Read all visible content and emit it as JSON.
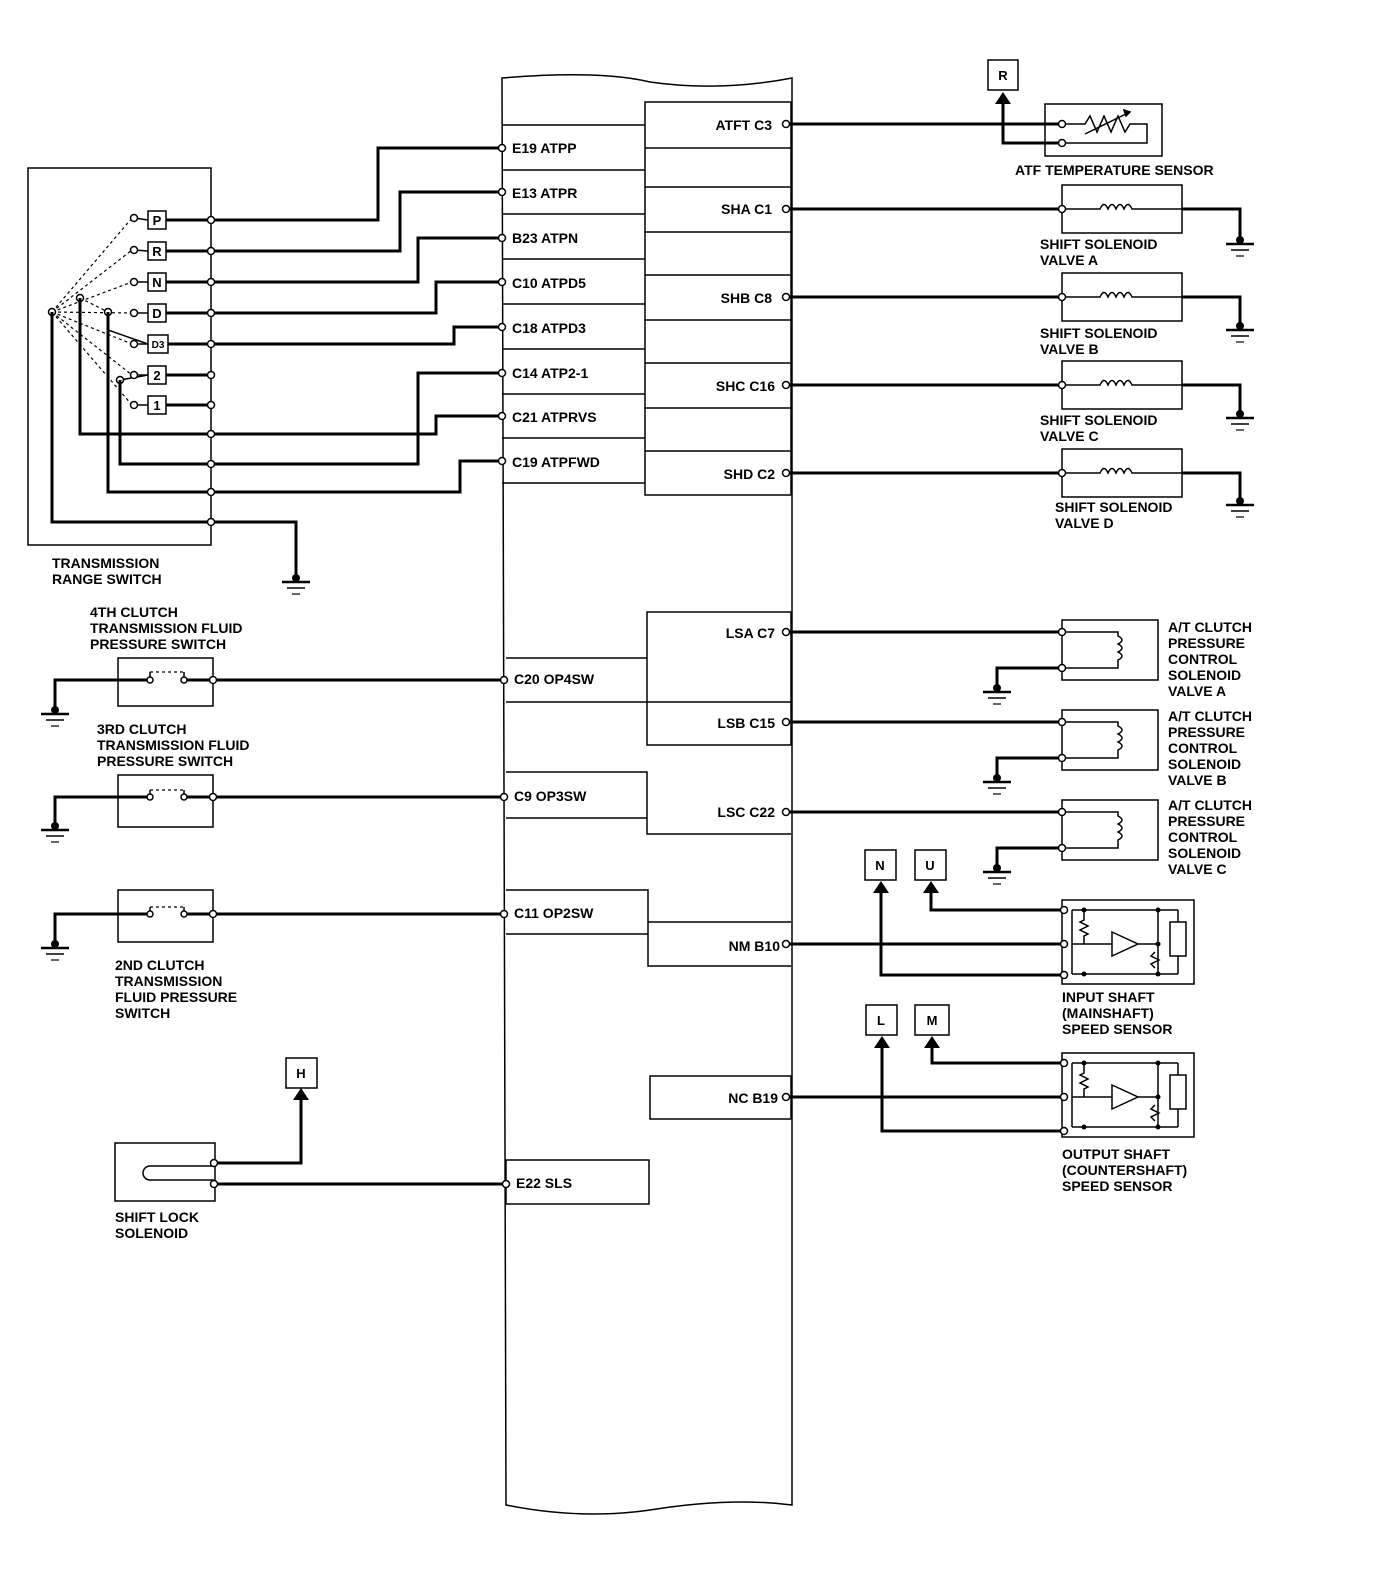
{
  "pins": {
    "e19": "E19 ATPP",
    "e13": "E13 ATPR",
    "b23": "B23  ATPN",
    "c10": "C10 ATPD5",
    "c18": "C18 ATPD3",
    "c14": "C14 ATP2-1",
    "c21": "C21 ATPRVS",
    "c19": "C19 ATPFWD",
    "c20": "C20 OP4SW",
    "c9": "C9 OP3SW",
    "c11": "C11 OP2SW",
    "e22": "E22 SLS",
    "c3": "ATFT C3",
    "c1": "SHA C1",
    "c8": "SHB C8",
    "c16": "SHC C16",
    "c2": "SHD C2",
    "c7": "LSA C7",
    "c15": "LSB C15",
    "c22": "LSC C22",
    "b10": "NM B10",
    "b19": "NC B19"
  },
  "range_switch": {
    "positions": [
      "P",
      "R",
      "N",
      "D",
      "D3",
      "2",
      "1"
    ],
    "label_line1": "TRANSMISSION",
    "label_line2": "RANGE SWITCH"
  },
  "switches": {
    "sw4": [
      "4TH CLUTCH",
      "TRANSMISSION FLUID",
      "PRESSURE SWITCH"
    ],
    "sw3": [
      "3RD CLUTCH",
      "TRANSMISSION FLUID",
      "PRESSURE SWITCH"
    ],
    "sw2": [
      "2ND CLUTCH",
      "TRANSMISSION",
      "FLUID PRESSURE",
      "SWITCH"
    ]
  },
  "shift_lock": [
    "SHIFT LOCK",
    "SOLENOID"
  ],
  "atf_sensor": "ATF TEMPERATURE SENSOR",
  "solenoids": {
    "a": [
      "SHIFT SOLENOID",
      "VALVE A"
    ],
    "b": [
      "SHIFT SOLENOID",
      "VALVE B"
    ],
    "c": [
      "SHIFT SOLENOID",
      "VALVE C"
    ],
    "d": [
      "SHIFT SOLENOID",
      "VALVE D"
    ]
  },
  "pcs": {
    "a": [
      "A/T CLUTCH",
      "PRESSURE",
      "CONTROL",
      "SOLENOID",
      "VALVE A"
    ],
    "b": [
      "A/T CLUTCH",
      "PRESSURE",
      "CONTROL",
      "SOLENOID",
      "VALVE B"
    ],
    "c": [
      "A/T CLUTCH",
      "PRESSURE",
      "CONTROL",
      "SOLENOID",
      "VALVE C"
    ]
  },
  "sensors": {
    "input": [
      "INPUT SHAFT",
      "(MAINSHAFT)",
      "SPEED SENSOR"
    ],
    "output": [
      "OUTPUT SHAFT",
      "(COUNTERSHAFT)",
      "SPEED SENSOR"
    ]
  },
  "connectors": {
    "r": "R",
    "n": "N",
    "u": "U",
    "l": "L",
    "m": "M",
    "h": "H"
  }
}
